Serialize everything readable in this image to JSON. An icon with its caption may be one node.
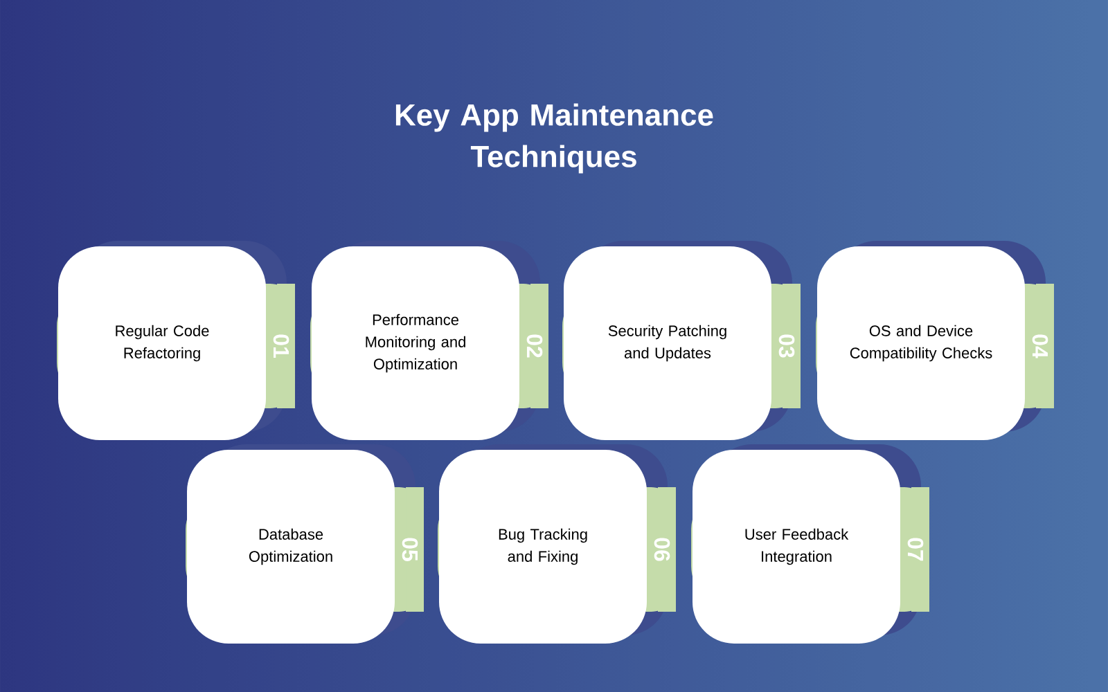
{
  "diagram": {
    "title": "Key App Maintenance Techniques",
    "nodes": [
      {
        "text": [
          "Regular Code Refactoring",
          "01"
        ]
      },
      {
        "text": [
          "Performance Monitoring and Optimization",
          "02"
        ]
      },
      {
        "text": [
          "Security Patching and Updates",
          "03"
        ]
      },
      {
        "text": [
          "OS and Device Compatibility Checks",
          "04"
        ]
      },
      {
        "text": [
          "Database Optimization",
          "05"
        ]
      },
      {
        "text": [
          "Bug Tracking and Fixing",
          "06"
        ]
      },
      {
        "text": [
          "User Feedback Integration",
          "07"
        ]
      }
    ]
  }
}
